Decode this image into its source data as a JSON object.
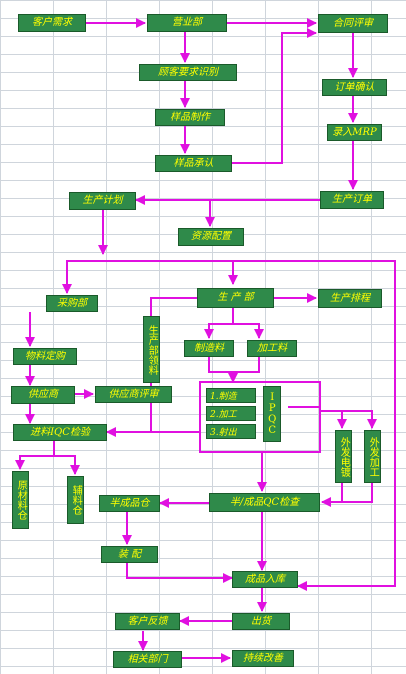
{
  "nodes": {
    "customer_demand": "客户需求",
    "sales_dept": "营业部",
    "contract_review": "合同评审",
    "customer_req_id": "顾客要求识别",
    "sample_making": "样品制作",
    "sample_approval": "样品承认",
    "order_confirm": "订单确认",
    "enter_mrp": "录入MRP",
    "production_order": "生产订单",
    "production_plan": "生产计划",
    "resource_alloc": "资源配置",
    "purchasing_dept": "采购部",
    "production_dept": "生 产 部",
    "production_schedule": "生产排程",
    "prod_dept_material": "生产部领料",
    "material_ordering": "物料定购",
    "injection_material": "制造料",
    "processing_material": "加工料",
    "supplier": "供应商",
    "supplier_review": "供应商评审",
    "step_injection": "1.制造",
    "step_processing": "2.加工",
    "step_shooting": "3.射出",
    "ipqc": "IPQC",
    "incoming_iqc": "进料IQC检验",
    "outsource_plating": "外发电镀",
    "outsource_processing": "外发加工",
    "raw_material_warehouse": "原材料仓",
    "auxiliary_warehouse": "辅料仓",
    "semi_product_warehouse": "半成品仓",
    "semi_finished_qc": "半/成品QC检查",
    "assembly": "装 配",
    "finished_storage": "成品入库",
    "customer_feedback": "客户反馈",
    "shipment": "出货",
    "related_departments": "相关部门",
    "continuous_improvement": "持续改善"
  },
  "colors": {
    "box_fill": "#2f8a4a",
    "box_text": "#ffff00",
    "arrow": "#e010e0",
    "grid": "#cfd5dc"
  }
}
